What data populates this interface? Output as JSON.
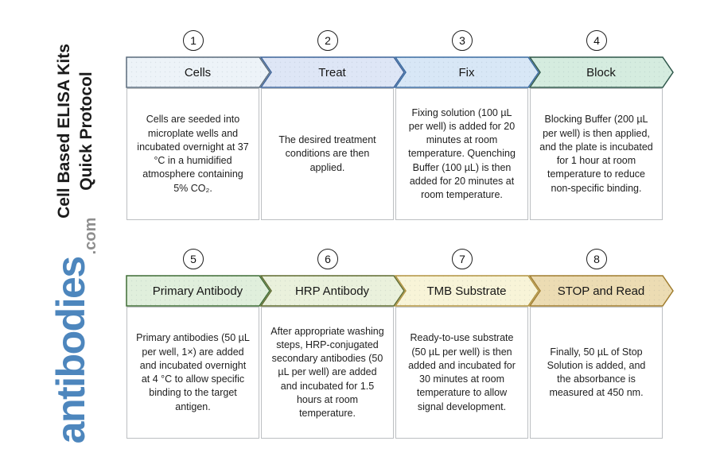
{
  "sidebar": {
    "title": "Cell Based ELISA Kits\nQuick Protocol",
    "logo_main": "antibodies",
    "logo_suffix": ".com",
    "logo_color": "#4d86bd",
    "logo_suffix_color": "#8e8e8e"
  },
  "protocol": {
    "rows": [
      {
        "steps": [
          {
            "number": "1",
            "title": "Cells",
            "fill": "#edf3f8",
            "stroke": "#5a6b7c",
            "description": "Cells are seeded into microplate wells and incubated overnight at 37 °C in a humidified atmosphere containing 5% CO₂."
          },
          {
            "number": "2",
            "title": "Treat",
            "fill": "#dee6f6",
            "stroke": "#3d6399",
            "description": "The desired treatment conditions are then applied."
          },
          {
            "number": "3",
            "title": "Fix",
            "fill": "#d8e7f6",
            "stroke": "#3a6ba1",
            "description": "Fixing solution (100 µL per well) is added for 20 minutes at room temperature. Quenching Buffer (100 µL) is then added for 20 minutes at room temperature."
          },
          {
            "number": "4",
            "title": "Block",
            "fill": "#d5ecdf",
            "stroke": "#2e574a",
            "description": "Blocking Buffer (200 µL per well) is then applied, and the plate is incubated for 1 hour at room temperature to reduce non-specific binding."
          }
        ]
      },
      {
        "steps": [
          {
            "number": "5",
            "title": "Primary Antibody",
            "fill": "#e0efdc",
            "stroke": "#3f6d35",
            "description": "Primary antibodies (50 µL per well, 1×) are added and incubated overnight at 4 °C to allow specific binding to the target antigen."
          },
          {
            "number": "6",
            "title": "HRP Antibody",
            "fill": "#eaf1dc",
            "stroke": "#5f6b2f",
            "description": "After appropriate washing steps, HRP-conjugated secondary antibodies (50 µL per well) are added and incubated for 1.5 hours at room temperature."
          },
          {
            "number": "7",
            "title": "TMB Substrate",
            "fill": "#f8f4d8",
            "stroke": "#b29440",
            "description": "Ready-to-use substrate (50 µL per well) is then added and incubated for 30 minutes at room temperature to allow signal development."
          },
          {
            "number": "8",
            "title": "STOP and Read",
            "fill": "#ecdcb3",
            "stroke": "#a07d2f",
            "description": "Finally, 50 µL of Stop Solution is added, and the absorbance is measured at 450 nm."
          }
        ]
      }
    ]
  }
}
